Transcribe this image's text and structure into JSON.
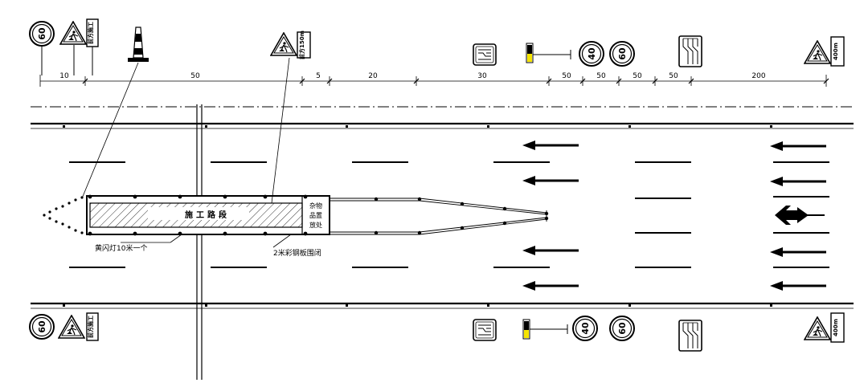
{
  "dimensions": [
    "10",
    "50",
    "5",
    "20",
    "30",
    "50",
    "50",
    "50",
    "50",
    "200"
  ],
  "labels": {
    "work_zone": "施工路段",
    "storage_line1": "杂物",
    "storage_line2": "品置",
    "storage_line3": "放处",
    "flash_light": "黄闪灯10米一个",
    "fence": "2米彩钢板围闭"
  },
  "signs": {
    "speed_60": "60",
    "speed_40": "40",
    "plate_near": "前方施工",
    "plate_mid": "前方150m",
    "plate_far": "400m"
  },
  "icons": [
    "speed-limit-sign-icon",
    "road-work-warning-sign-icon",
    "traffic-cone-icon",
    "lane-diagram-sign-icon",
    "flashing-light-icon",
    "arrow-left-icon",
    "lane-merge-arrow-icon"
  ],
  "colors": {
    "line": "#000000",
    "flash_light": "#f5e400",
    "background": "#ffffff"
  }
}
